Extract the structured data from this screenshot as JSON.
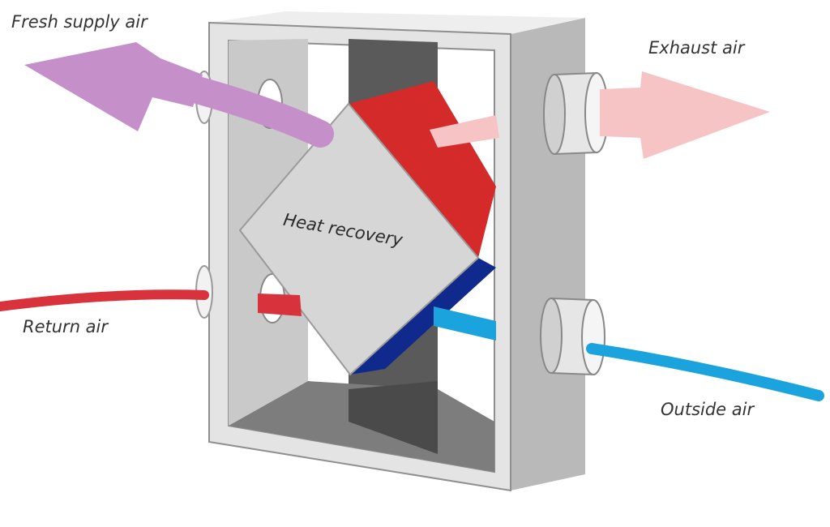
{
  "labels": {
    "fresh_supply": "Fresh supply air",
    "exhaust": "Exhaust air",
    "return": "Return air",
    "outside": "Outside air",
    "core": "Heat recovery"
  },
  "colors": {
    "fresh_supply": "#c58fc9",
    "exhaust": "#f6c4c4",
    "return": "#d8323c",
    "outside": "#1aa3dc",
    "core_warm": "#d42a2a",
    "core_cold": "#0f2a8c",
    "housing": "#dcdcdc",
    "core": "#d6d6d6"
  }
}
